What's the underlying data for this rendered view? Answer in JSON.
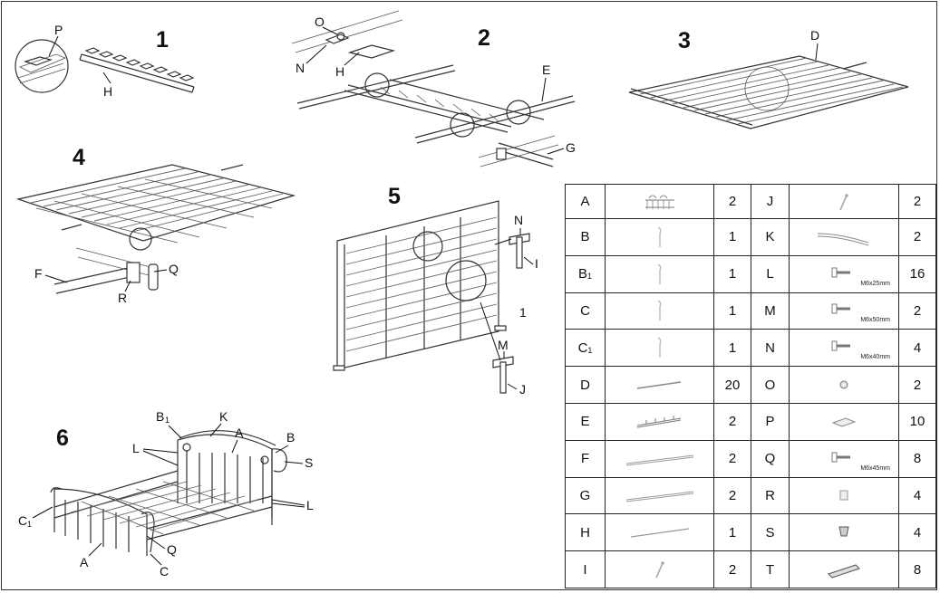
{
  "diagram": {
    "steps": [
      "1",
      "2",
      "3",
      "4",
      "5",
      "6"
    ],
    "step1": {
      "labels": [
        "P",
        "H"
      ]
    },
    "step2": {
      "labels": [
        "O",
        "N",
        "H",
        "E",
        "G"
      ]
    },
    "step3": {
      "labels": [
        "D"
      ]
    },
    "step4": {
      "labels": [
        "F",
        "R",
        "Q"
      ]
    },
    "step5": {
      "labels": [
        "N",
        "I",
        "M",
        "J"
      ],
      "note": "1"
    },
    "step6": {
      "labels": [
        "B",
        "1",
        "K",
        "A",
        "B",
        "L",
        "S",
        "L",
        "C",
        "1",
        "A",
        "Q",
        "C"
      ]
    }
  },
  "parts_table": {
    "rows": [
      {
        "left": {
          "letter": "A",
          "sub": "",
          "icon": "headboard-crown-icon",
          "qty": "2"
        },
        "right": {
          "letter": "J",
          "sub": "",
          "icon": "short-pin-icon",
          "qty": "2"
        }
      },
      {
        "left": {
          "letter": "B",
          "sub": "",
          "icon": "leg-post-icon",
          "qty": "1"
        },
        "right": {
          "letter": "K",
          "sub": "",
          "icon": "curved-rail-icon",
          "qty": "2"
        }
      },
      {
        "left": {
          "letter": "B",
          "sub": "1",
          "icon": "leg-post-icon",
          "qty": "1"
        },
        "right": {
          "letter": "L",
          "sub": "",
          "icon": "bolt-icon",
          "size": "M6x25mm",
          "qty": "16"
        }
      },
      {
        "left": {
          "letter": "C",
          "sub": "",
          "icon": "leg-post-icon",
          "qty": "1"
        },
        "right": {
          "letter": "M",
          "sub": "",
          "icon": "bolt-icon",
          "size": "M6x50mm",
          "qty": "2"
        }
      },
      {
        "left": {
          "letter": "C",
          "sub": "1",
          "icon": "leg-post-icon",
          "qty": "1"
        },
        "right": {
          "letter": "N",
          "sub": "",
          "icon": "bolt-icon",
          "size": "M6x40mm",
          "qty": "4"
        }
      },
      {
        "left": {
          "letter": "D",
          "sub": "",
          "icon": "slat-icon",
          "qty": "20"
        },
        "right": {
          "letter": "O",
          "sub": "",
          "icon": "washer-icon",
          "qty": "2"
        }
      },
      {
        "left": {
          "letter": "E",
          "sub": "",
          "icon": "center-rail-icon",
          "qty": "2"
        },
        "right": {
          "letter": "P",
          "sub": "",
          "icon": "pad-icon",
          "qty": "10"
        }
      },
      {
        "left": {
          "letter": "F",
          "sub": "",
          "icon": "side-rail-icon",
          "qty": "2"
        },
        "right": {
          "letter": "Q",
          "sub": "",
          "icon": "bolt-icon",
          "size": "M6x45mm",
          "qty": "8"
        }
      },
      {
        "left": {
          "letter": "G",
          "sub": "",
          "icon": "side-rail-icon",
          "qty": "2"
        },
        "right": {
          "letter": "R",
          "sub": "",
          "icon": "bracket-icon",
          "qty": "4"
        }
      },
      {
        "left": {
          "letter": "H",
          "sub": "",
          "icon": "long-rail-icon",
          "qty": "1"
        },
        "right": {
          "letter": "S",
          "sub": "",
          "icon": "foot-cap-icon",
          "qty": "4"
        }
      },
      {
        "left": {
          "letter": "I",
          "sub": "",
          "icon": "short-pin-icon",
          "qty": "2"
        },
        "right": {
          "letter": "T",
          "sub": "",
          "icon": "wrench-icon",
          "qty": "8"
        }
      }
    ]
  }
}
